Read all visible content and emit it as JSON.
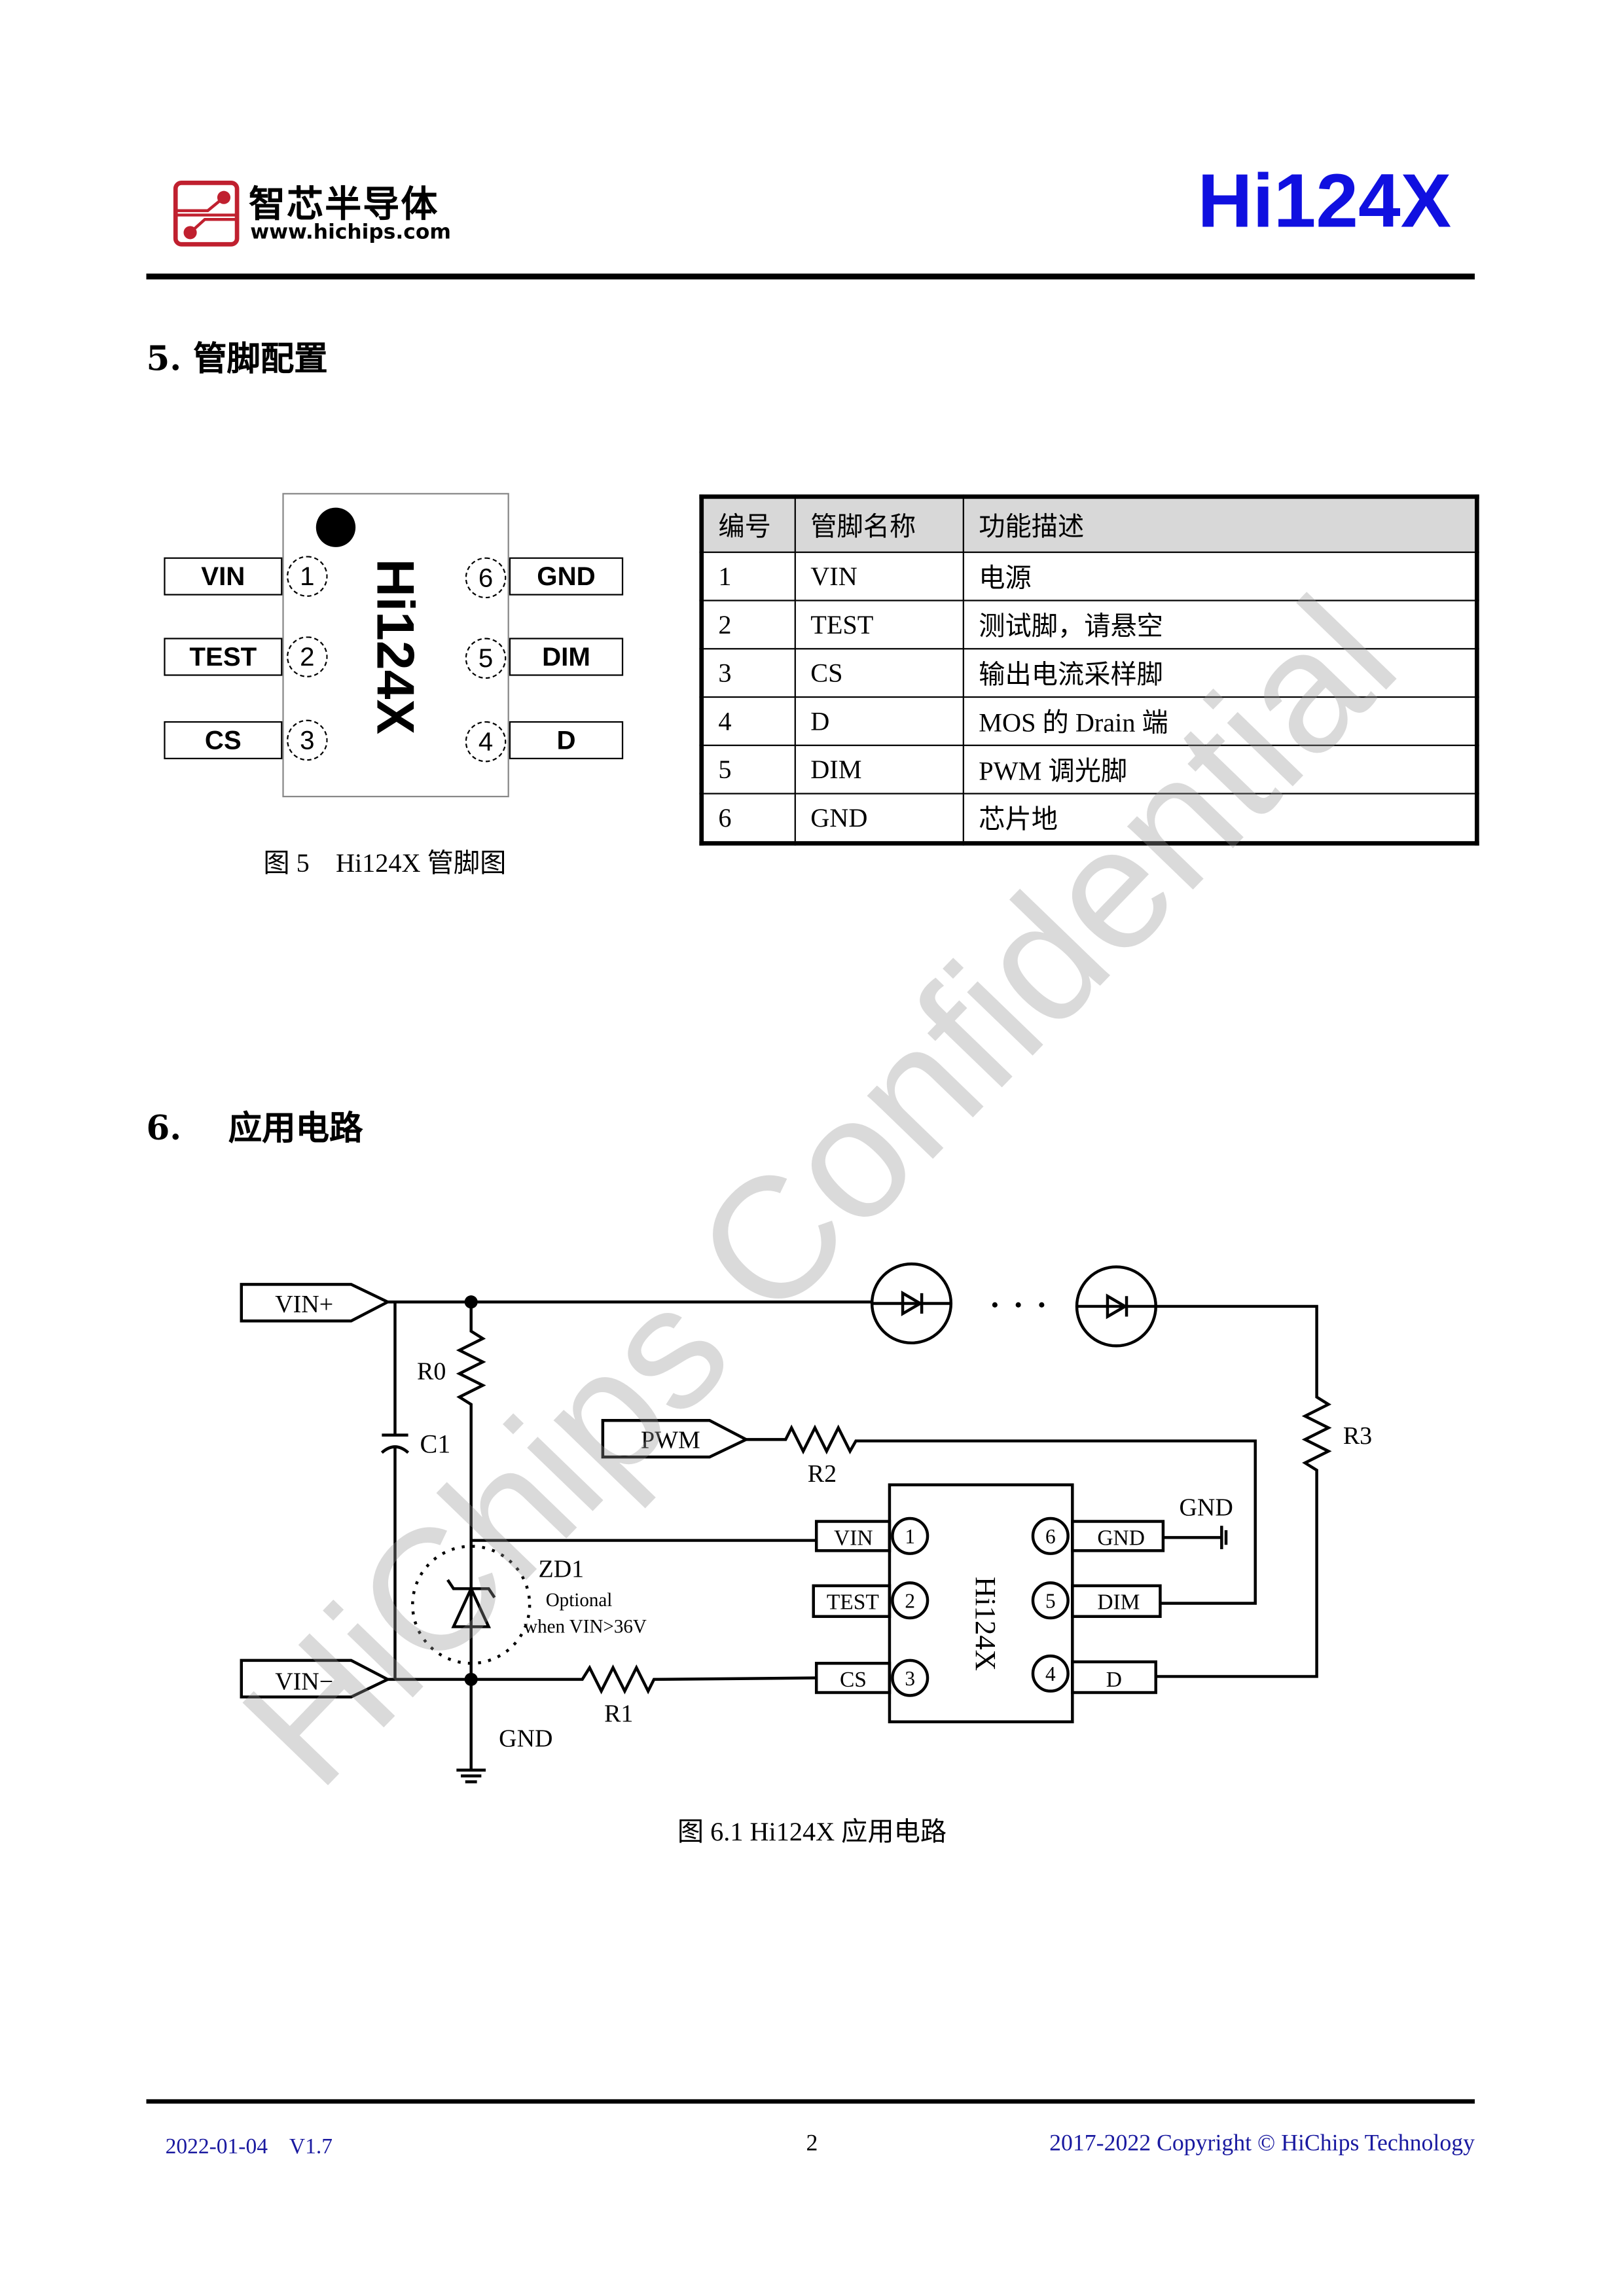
{
  "header": {
    "logo_cn": "智芯半导体",
    "logo_url": "www.hichips.com",
    "brand_color": "#c0202f",
    "product_title": "Hi124X",
    "title_color": "#1010e0"
  },
  "section5": {
    "heading": "5.  管脚配置",
    "chip_label": "Hi124X",
    "left_pins": [
      {
        "num": "1",
        "name": "VIN"
      },
      {
        "num": "2",
        "name": "TEST"
      },
      {
        "num": "3",
        "name": "CS"
      }
    ],
    "right_pins": [
      {
        "num": "6",
        "name": "GND"
      },
      {
        "num": "5",
        "name": "DIM"
      },
      {
        "num": "4",
        "name": "D"
      }
    ],
    "caption": "图 5    Hi124X 管脚图",
    "table": {
      "headers": [
        "编号",
        "管脚名称",
        "功能描述"
      ],
      "rows": [
        [
          "1",
          "VIN",
          "电源"
        ],
        [
          "2",
          "TEST",
          "测试脚，请悬空"
        ],
        [
          "3",
          "CS",
          "输出电流采样脚"
        ],
        [
          "4",
          "D",
          "MOS 的 Drain 端"
        ],
        [
          "5",
          "DIM",
          "PWM 调光脚"
        ],
        [
          "6",
          "GND",
          "芯片地"
        ]
      ]
    }
  },
  "section6": {
    "heading": "6.    应用电路",
    "circuit": {
      "vin_plus": "VIN+",
      "vin_minus": "VIN−",
      "pwm": "PWM",
      "r0": "R0",
      "c1": "C1",
      "r1": "R1",
      "r2": "R2",
      "r3": "R3",
      "zd1": "ZD1",
      "zd1_note1": "Optional",
      "zd1_note2": "when VIN>36V",
      "gnd_left": "GND",
      "gnd_right": "GND",
      "chip": "Hi124X",
      "pins": {
        "vin": "VIN",
        "test": "TEST",
        "cs": "CS",
        "gnd": "GND",
        "dim": "DIM",
        "d": "D"
      },
      "pin_nums": [
        "1",
        "2",
        "3",
        "4",
        "5",
        "6"
      ]
    },
    "caption": "图 6.1 Hi124X 应用电路"
  },
  "watermark": "HiChips Confidential",
  "footer": {
    "date_version": "2022-01-04    V1.7",
    "page": "2",
    "copyright": "2017-2022 Copyright © HiChips Technology"
  }
}
